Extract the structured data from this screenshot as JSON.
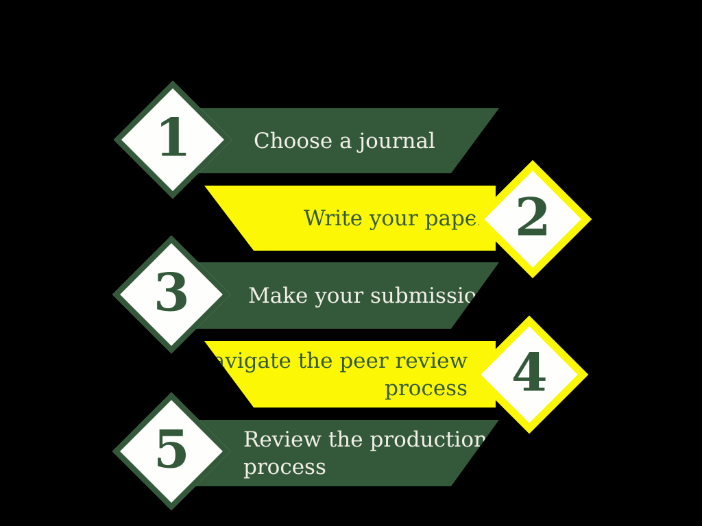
{
  "diagram": {
    "description": "Five-step journal publication process flow",
    "colors": {
      "dark_green": "#34593A",
      "yellow": "#FBF705",
      "light_text": "#F1EFE6",
      "diamond_fill": "#FEFEFC",
      "background": "#000000"
    },
    "steps": [
      {
        "number": "1",
        "label": "Choose a journal",
        "lines": [
          "Choose a journal"
        ],
        "theme": "green",
        "diamond_side": "left"
      },
      {
        "number": "2",
        "label": "Write your paper",
        "lines": [
          "Write your paper"
        ],
        "theme": "yellow",
        "diamond_side": "right"
      },
      {
        "number": "3",
        "label": "Make your submission",
        "lines": [
          "Make your submission"
        ],
        "theme": "green",
        "diamond_side": "left"
      },
      {
        "number": "4",
        "label": "Navigate the peer review process",
        "lines": [
          "Navigate the peer review",
          "process"
        ],
        "theme": "yellow",
        "diamond_side": "right"
      },
      {
        "number": "5",
        "label": "Review the production process",
        "lines": [
          "Review the production",
          "process"
        ],
        "theme": "green",
        "diamond_side": "left"
      }
    ]
  }
}
